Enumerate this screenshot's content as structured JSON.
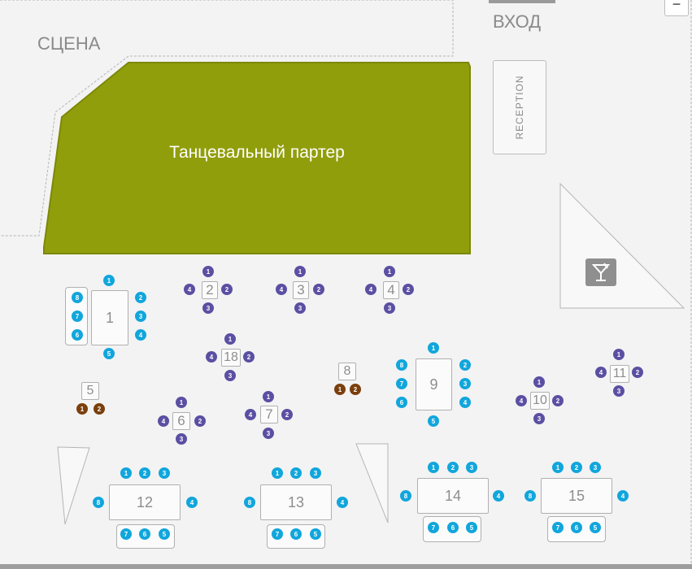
{
  "labels": {
    "stage": "СЦЕНА",
    "entrance": "ВХОД",
    "dance_floor": "Танцевальный партер",
    "reception": "RECEPTION",
    "zoom_out": "−"
  },
  "colors": {
    "dance_floor": "#919e0c",
    "seat_blue": "#11a6dc",
    "seat_purple": "#5b4fa3",
    "seat_brown": "#7b3f0c",
    "background": "#f3f3f3"
  },
  "icons": {
    "bar": "cocktail-glass-icon"
  },
  "tables": [
    {
      "label": "1",
      "seats": [
        {
          "n": "1",
          "status": "blue"
        },
        {
          "n": "2",
          "status": "blue"
        },
        {
          "n": "3",
          "status": "blue"
        },
        {
          "n": "4",
          "status": "blue"
        },
        {
          "n": "5",
          "status": "blue"
        },
        {
          "n": "6",
          "status": "blue"
        },
        {
          "n": "7",
          "status": "blue"
        },
        {
          "n": "8",
          "status": "blue"
        }
      ]
    },
    {
      "label": "2",
      "seats": [
        {
          "n": "1",
          "status": "purple"
        },
        {
          "n": "2",
          "status": "purple"
        },
        {
          "n": "3",
          "status": "purple"
        },
        {
          "n": "4",
          "status": "purple"
        }
      ]
    },
    {
      "label": "3",
      "seats": [
        {
          "n": "1",
          "status": "purple"
        },
        {
          "n": "2",
          "status": "purple"
        },
        {
          "n": "3",
          "status": "purple"
        },
        {
          "n": "4",
          "status": "purple"
        }
      ]
    },
    {
      "label": "4",
      "seats": [
        {
          "n": "1",
          "status": "purple"
        },
        {
          "n": "2",
          "status": "purple"
        },
        {
          "n": "3",
          "status": "purple"
        },
        {
          "n": "4",
          "status": "purple"
        }
      ]
    },
    {
      "label": "18",
      "seats": [
        {
          "n": "1",
          "status": "purple"
        },
        {
          "n": "2",
          "status": "purple"
        },
        {
          "n": "3",
          "status": "purple"
        },
        {
          "n": "4",
          "status": "purple"
        }
      ]
    },
    {
      "label": "5",
      "seats": [
        {
          "n": "1",
          "status": "brown"
        },
        {
          "n": "2",
          "status": "brown"
        }
      ]
    },
    {
      "label": "6",
      "seats": [
        {
          "n": "1",
          "status": "purple"
        },
        {
          "n": "2",
          "status": "purple"
        },
        {
          "n": "3",
          "status": "purple"
        },
        {
          "n": "4",
          "status": "purple"
        }
      ]
    },
    {
      "label": "7",
      "seats": [
        {
          "n": "1",
          "status": "purple"
        },
        {
          "n": "2",
          "status": "purple"
        },
        {
          "n": "3",
          "status": "purple"
        },
        {
          "n": "4",
          "status": "purple"
        }
      ]
    },
    {
      "label": "8",
      "seats": [
        {
          "n": "1",
          "status": "brown"
        },
        {
          "n": "2",
          "status": "brown"
        }
      ]
    },
    {
      "label": "9",
      "seats": [
        {
          "n": "1",
          "status": "blue"
        },
        {
          "n": "2",
          "status": "blue"
        },
        {
          "n": "3",
          "status": "blue"
        },
        {
          "n": "4",
          "status": "blue"
        },
        {
          "n": "5",
          "status": "blue"
        },
        {
          "n": "6",
          "status": "blue"
        },
        {
          "n": "7",
          "status": "blue"
        },
        {
          "n": "8",
          "status": "blue"
        }
      ]
    },
    {
      "label": "10",
      "seats": [
        {
          "n": "1",
          "status": "purple"
        },
        {
          "n": "2",
          "status": "purple"
        },
        {
          "n": "3",
          "status": "purple"
        },
        {
          "n": "4",
          "status": "purple"
        }
      ]
    },
    {
      "label": "11",
      "seats": [
        {
          "n": "1",
          "status": "purple"
        },
        {
          "n": "2",
          "status": "purple"
        },
        {
          "n": "3",
          "status": "purple"
        },
        {
          "n": "4",
          "status": "purple"
        }
      ]
    },
    {
      "label": "12",
      "seats": [
        {
          "n": "1",
          "status": "blue"
        },
        {
          "n": "2",
          "status": "blue"
        },
        {
          "n": "3",
          "status": "blue"
        },
        {
          "n": "4",
          "status": "blue"
        },
        {
          "n": "5",
          "status": "blue"
        },
        {
          "n": "6",
          "status": "blue"
        },
        {
          "n": "7",
          "status": "blue"
        },
        {
          "n": "8",
          "status": "blue"
        }
      ]
    },
    {
      "label": "13",
      "seats": [
        {
          "n": "1",
          "status": "blue"
        },
        {
          "n": "2",
          "status": "blue"
        },
        {
          "n": "3",
          "status": "blue"
        },
        {
          "n": "4",
          "status": "blue"
        },
        {
          "n": "5",
          "status": "blue"
        },
        {
          "n": "6",
          "status": "blue"
        },
        {
          "n": "7",
          "status": "blue"
        },
        {
          "n": "8",
          "status": "blue"
        }
      ]
    },
    {
      "label": "14",
      "seats": [
        {
          "n": "1",
          "status": "blue"
        },
        {
          "n": "2",
          "status": "blue"
        },
        {
          "n": "3",
          "status": "blue"
        },
        {
          "n": "4",
          "status": "blue"
        },
        {
          "n": "5",
          "status": "blue"
        },
        {
          "n": "6",
          "status": "blue"
        },
        {
          "n": "7",
          "status": "blue"
        },
        {
          "n": "8",
          "status": "blue"
        }
      ]
    },
    {
      "label": "15",
      "seats": [
        {
          "n": "1",
          "status": "blue"
        },
        {
          "n": "2",
          "status": "blue"
        },
        {
          "n": "3",
          "status": "blue"
        },
        {
          "n": "4",
          "status": "blue"
        },
        {
          "n": "5",
          "status": "blue"
        },
        {
          "n": "6",
          "status": "blue"
        },
        {
          "n": "7",
          "status": "blue"
        },
        {
          "n": "8",
          "status": "blue"
        }
      ]
    }
  ]
}
